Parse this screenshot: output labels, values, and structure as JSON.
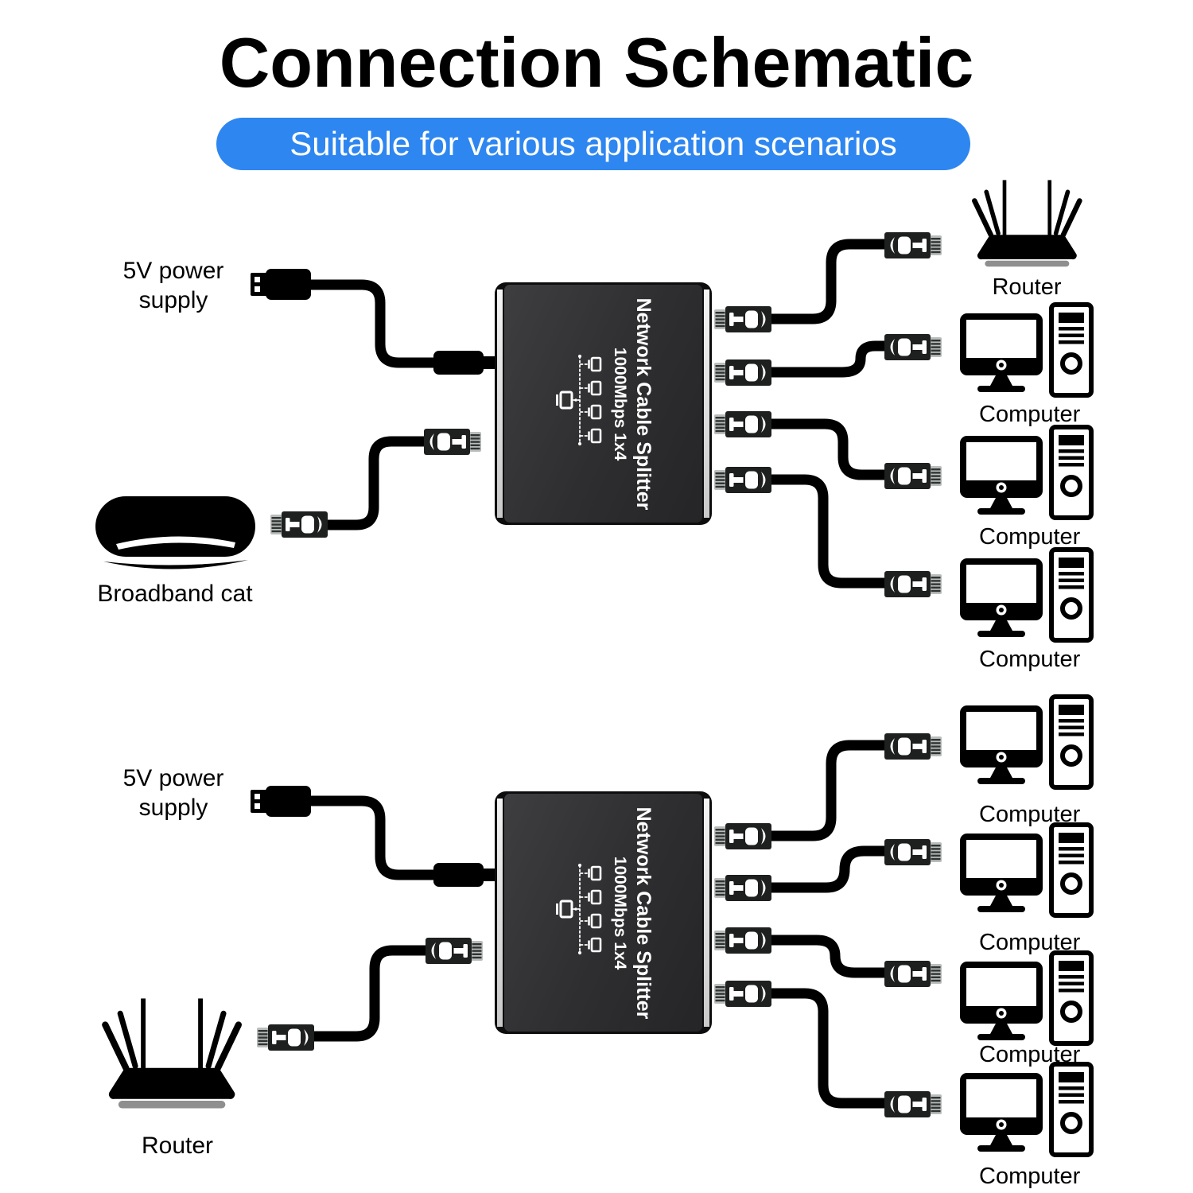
{
  "title": "Connection Schematic",
  "subtitle": "Suitable for various application scenarios",
  "splitter": {
    "title": "Network Cable Splitter",
    "spec": "1000Mbps 1x4"
  },
  "power_supply": {
    "line1": "5V power",
    "line2": "supply"
  },
  "diagram_top": {
    "source_device": "Broadband cat",
    "outputs": [
      "Router",
      "Computer",
      "Computer",
      "Computer"
    ]
  },
  "diagram_bottom": {
    "source_device": "Router",
    "outputs": [
      "Computer",
      "Computer",
      "Computer",
      "Computer"
    ]
  },
  "icons": {
    "power_plug": "usb-a-plug-icon",
    "dc_plug": "micro-usb-plug-icon",
    "network_connector": "rj45-connector-icon",
    "top_source": "modem-icon",
    "bottom_source": "router-icon",
    "splitter_graphic": "one-to-four-topology-icon",
    "output_devices": [
      "router-icon",
      "computer-icon"
    ]
  },
  "colors": {
    "background": "#ffffff",
    "artwork": "#000000",
    "subtitle_bg": "#2e86f0",
    "subtitle_text": "#ffffff",
    "splitter_panel": "#2f2f31",
    "splitter_edge": "#e9e9e9",
    "splitter_text": "#ffffff",
    "router_base": "#8f8f8f",
    "rj45_pins": "#b9bdbb"
  }
}
